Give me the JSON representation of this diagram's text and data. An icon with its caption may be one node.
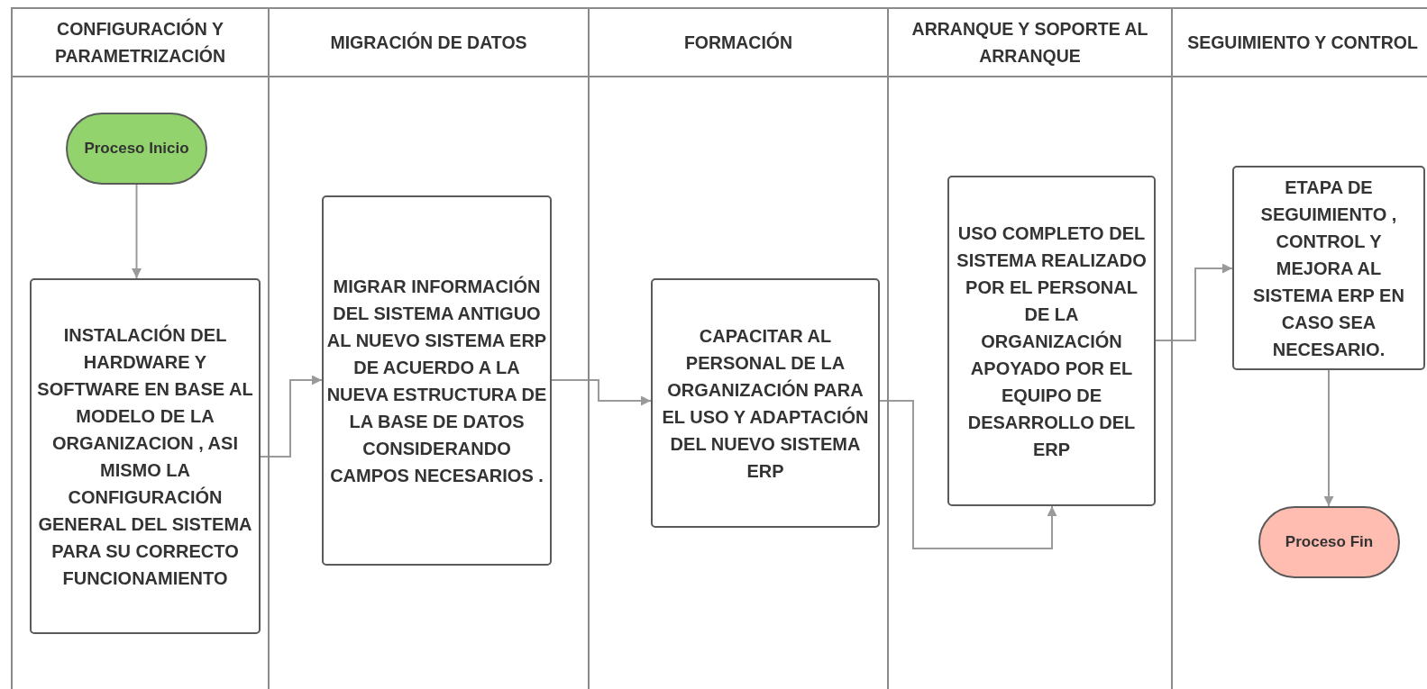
{
  "diagram": {
    "nodes": [
      {
        "text": [
          "CONFIGURACIÓN Y PARAMETRIZACIÓN"
        ]
      },
      {
        "text": [
          "Proceso Inicio"
        ],
        "in": 0
      },
      {
        "text": [
          "INSTALACIÓN DEL HARDWARE Y SOFTWARE EN BASE AL MODELO DE LA ORGANIZACION , ASI MISMO LA CONFIGURACIÓN GENERAL DEL SISTEMA PARA SU CORRECTO FUNCIONAMIENTO"
        ],
        "in": 0
      },
      {
        "text": [
          "MIGRACIÓN DE DATOS"
        ]
      },
      {
        "text": [
          "MIGRAR INFORMACIÓN DEL SISTEMA ANTIGUO AL NUEVO SISTEMA ERP DE ACUERDO A LA NUEVA ESTRUCTURA DE LA BASE DE DATOS CONSIDERANDO CAMPOS NECESARIOS ."
        ],
        "in": 3
      },
      {
        "text": [
          "FORMACIÓN"
        ]
      },
      {
        "text": [
          "CAPACITAR AL PERSONAL DE LA ORGANIZACIÓN PARA EL USO Y ADAPTACIÓN DEL NUEVO SISTEMA ERP"
        ],
        "in": 5
      },
      {
        "text": [
          "ARRANQUE Y SOPORTE AL ARRANQUE"
        ]
      },
      {
        "text": [
          "USO COMPLETO DEL SISTEMA REALIZADO POR EL PERSONAL DE LA ORGANIZACIÓN APOYADO POR EL EQUIPO DE DESARROLLO DEL ERP"
        ],
        "in": 7
      },
      {
        "text": [
          "SEGUIMIENTO Y CONTROL"
        ]
      },
      {
        "text": [
          "ETAPA DE SEGUIMIENTO , CONTROL Y MEJORA AL SISTEMA ERP EN CASO SEA NECESARIO."
        ],
        "in": 9
      },
      {
        "text": [
          "Proceso Fin"
        ],
        "in": 9
      }
    ],
    "edges": [
      {
        "from": 1,
        "to": 2,
        "arrow": "to"
      },
      {
        "from": 2,
        "to": 4,
        "arrow": "to"
      },
      {
        "from": 4,
        "to": 6,
        "arrow": "to"
      },
      {
        "from": 6,
        "to": 8,
        "arrow": "to"
      },
      {
        "from": 8,
        "to": 10,
        "arrow": "to"
      },
      {
        "from": 10,
        "to": 11,
        "arrow": "to"
      }
    ]
  }
}
